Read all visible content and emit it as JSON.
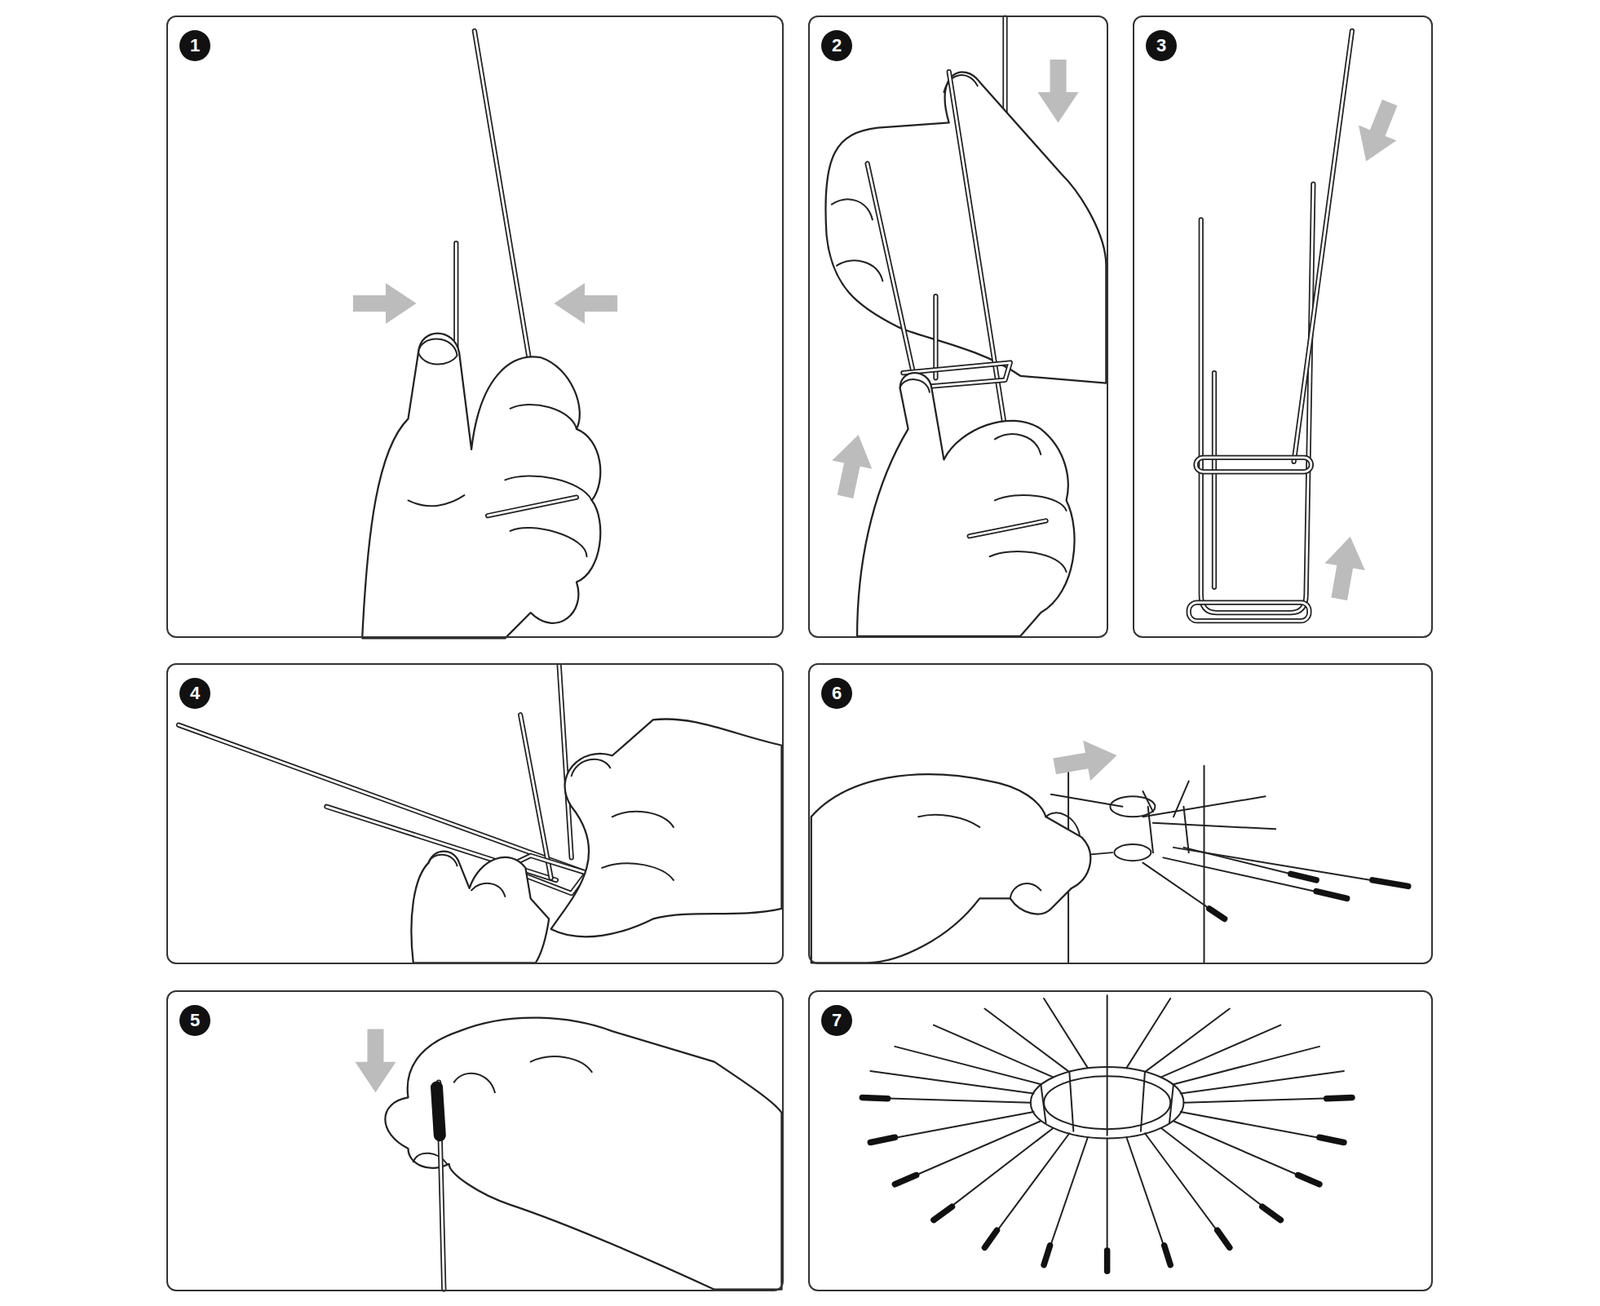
{
  "diagram": {
    "nodes": [
      {
        "text": [
          "1"
        ]
      },
      {
        "text": [
          "2"
        ]
      },
      {
        "text": [
          "3"
        ]
      },
      {
        "text": [
          "4"
        ]
      },
      {
        "text": [
          "6"
        ]
      },
      {
        "text": [
          "5"
        ]
      },
      {
        "text": [
          "7"
        ]
      }
    ]
  }
}
